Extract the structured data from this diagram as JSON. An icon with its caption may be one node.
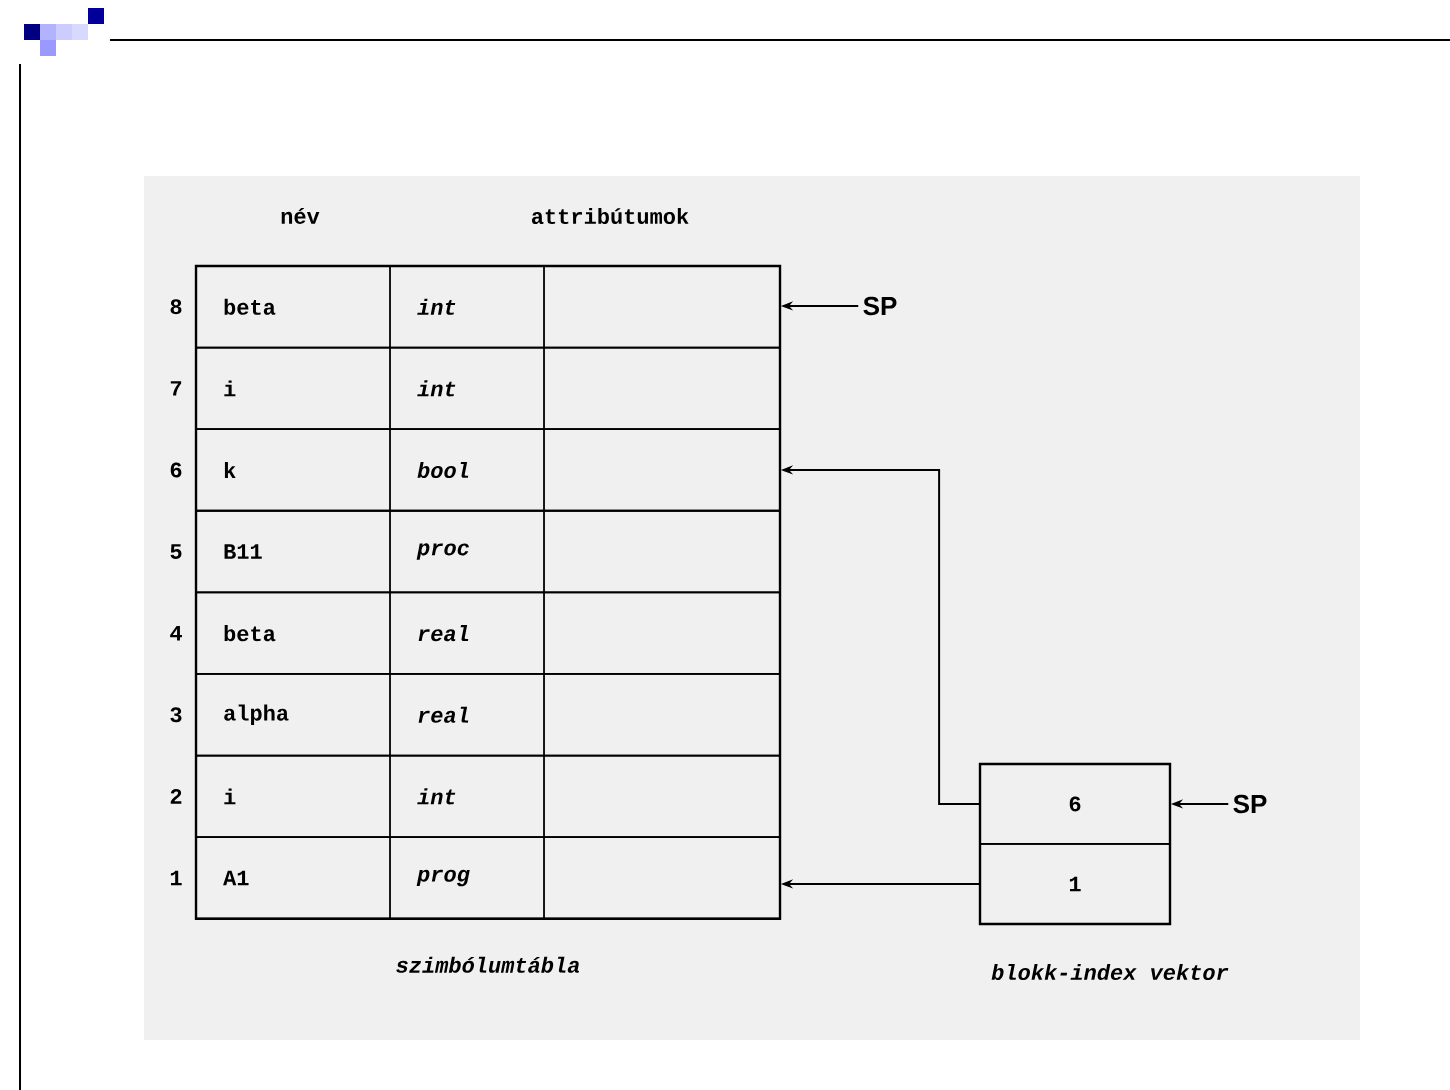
{
  "diagram": {
    "nodes": [
      {
        "text": [
          "szimbólumtábla"
        ]
      },
      {
        "text": [
          "beta",
          "int"
        ],
        "beside": [
          "8"
        ],
        "in": 0
      },
      {
        "text": [
          "i",
          "int"
        ],
        "beside": [
          "7"
        ],
        "in": 0
      },
      {
        "text": [
          "k",
          "bool"
        ],
        "beside": [
          "6"
        ],
        "in": 0
      },
      {
        "text": [
          "B11",
          "proc"
        ],
        "beside": [
          "5"
        ],
        "in": 0
      },
      {
        "text": [
          "beta",
          "real"
        ],
        "beside": [
          "4"
        ],
        "in": 0
      },
      {
        "text": [
          "alpha",
          "real"
        ],
        "beside": [
          "3"
        ],
        "in": 0
      },
      {
        "text": [
          "i",
          "int"
        ],
        "beside": [
          "2"
        ],
        "in": 0
      },
      {
        "text": [
          "A1",
          "prog"
        ],
        "beside": [
          "1"
        ],
        "in": 0
      },
      {
        "text": [
          "blokk-index vektor"
        ]
      },
      {
        "text": [
          "6"
        ],
        "in": 9
      },
      {
        "text": [
          "1"
        ],
        "in": 9
      },
      {
        "text": [
          "SP"
        ]
      },
      {
        "text": [
          "SP"
        ]
      }
    ],
    "edges": [
      {
        "from": 12,
        "to": 1,
        "arrow": "to"
      },
      {
        "from": 13,
        "to": 10,
        "arrow": "to"
      },
      {
        "from": 10,
        "to": 3,
        "arrow": "to"
      },
      {
        "from": 11,
        "to": 8,
        "arrow": "to"
      }
    ],
    "labels": [
      "név",
      "attribútumok"
    ]
  }
}
